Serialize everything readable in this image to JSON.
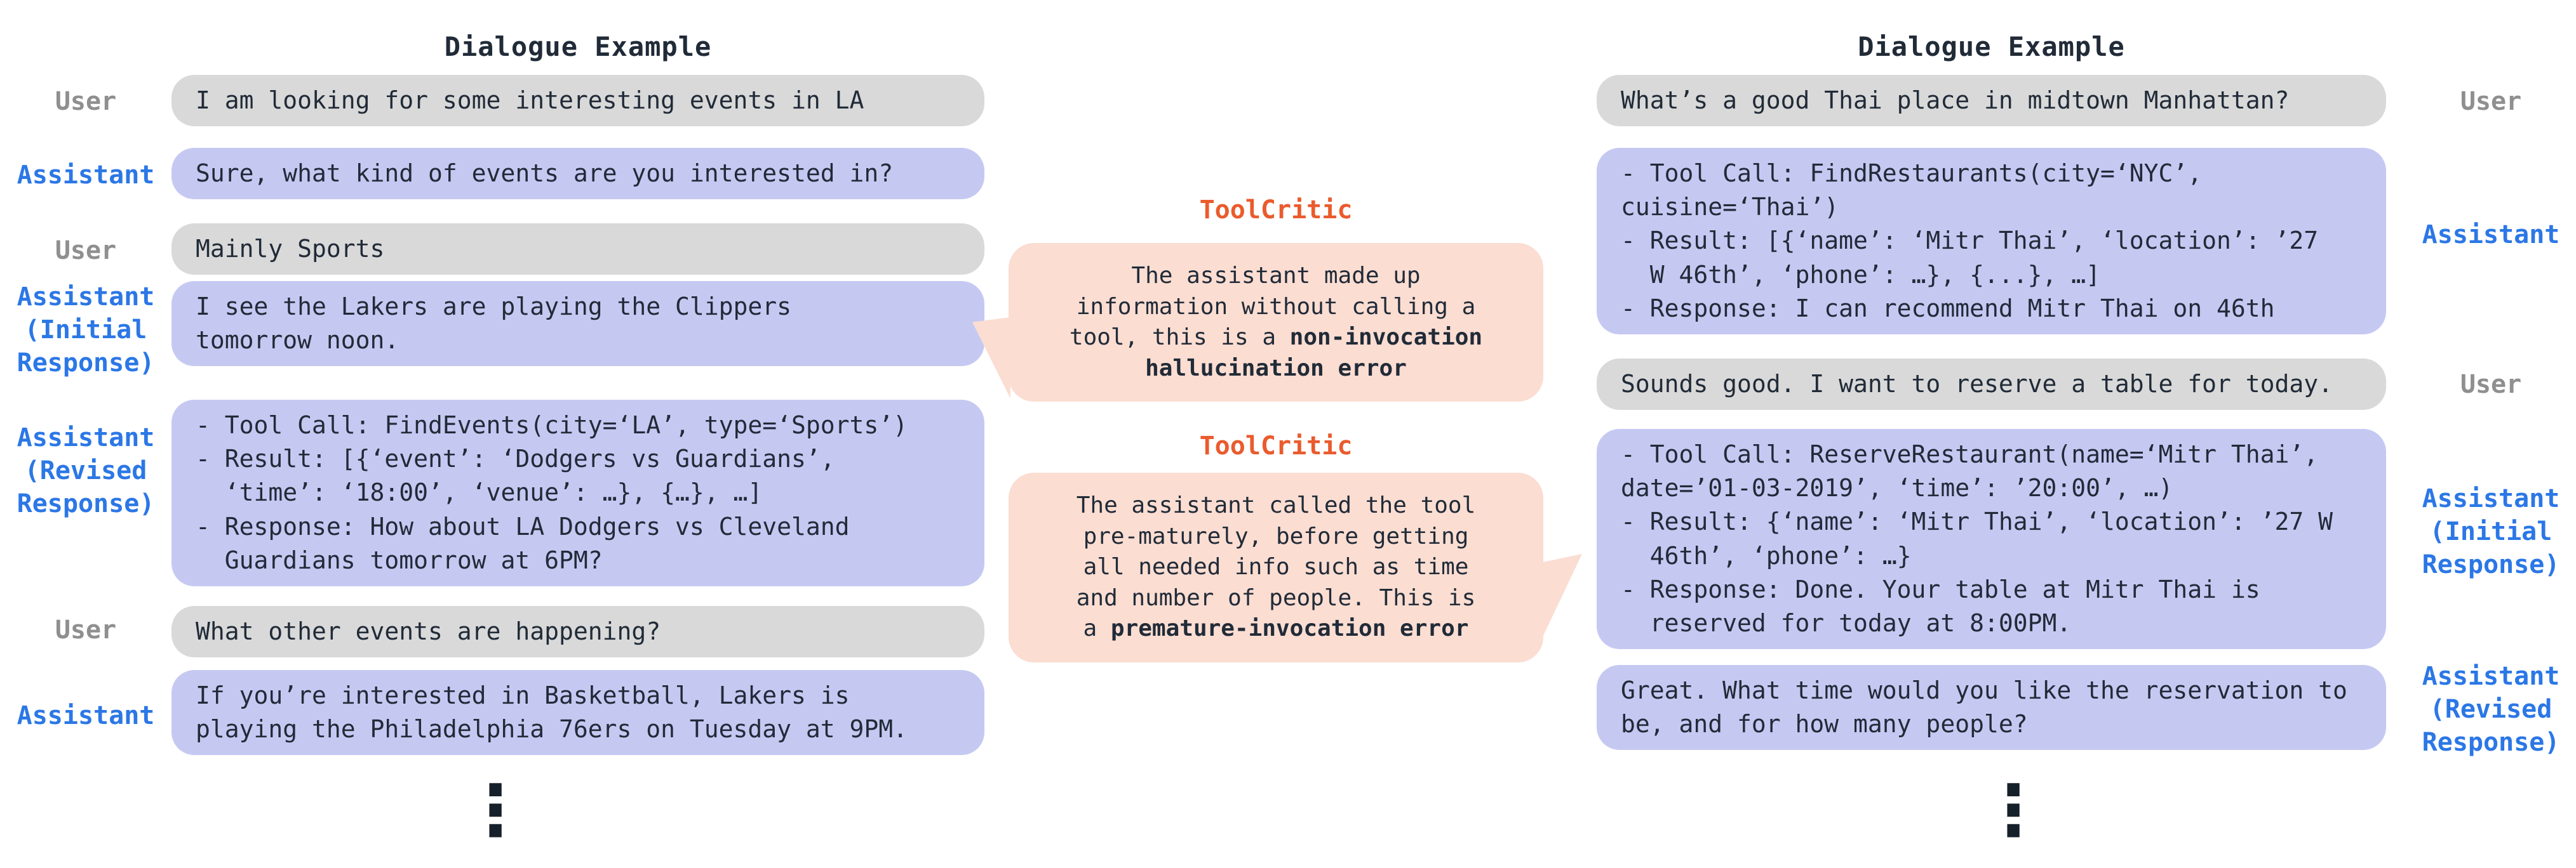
{
  "colors": {
    "background": "#ffffff",
    "text": "#212b38",
    "user_bubble": "#d9d9d9",
    "assistant_bubble": "#c5c9f2",
    "critic_bubble": "#fbddd2",
    "user_label": "#8f8f8f",
    "assistant_label": "#2b77e6",
    "critic_title": "#ea5b2d",
    "ellipsis": "#15202b"
  },
  "left_panel": {
    "title": "Dialogue Example",
    "ellipsis": "⋮",
    "messages": [
      {
        "role": "User",
        "text": "I am looking for some interesting events in LA"
      },
      {
        "role": "Assistant",
        "text": "Sure, what kind of events are you interested in?"
      },
      {
        "role": "User",
        "text": "Mainly Sports"
      },
      {
        "role": "Assistant\n(Initial\nResponse)",
        "text": "I see the Lakers are playing the Clippers\ntomorrow noon."
      },
      {
        "role": "Assistant\n(Revised\nResponse)",
        "text": "- Tool Call: FindEvents(city=‘LA’, type=‘Sports’)\n- Result: [{‘event’: ‘Dodgers vs Guardians’,\n  ‘time’: ‘18:00’, ‘venue’: …}, {…}, …]\n- Response: How about LA Dodgers vs Cleveland\n  Guardians tomorrow at 6PM?"
      },
      {
        "role": "User",
        "text": "What other events are happening?"
      },
      {
        "role": "Assistant",
        "text": "If you’re interested in Basketball, Lakers is\nplaying the Philadelphia 76ers on Tuesday at 9PM."
      }
    ]
  },
  "critics": [
    {
      "title": "ToolCritic",
      "segments": [
        {
          "text": "The assistant made up\ninformation without calling a\ntool, this is a ",
          "bold": false
        },
        {
          "text": "non-invocation\nhallucination error",
          "bold": true
        }
      ]
    },
    {
      "title": "ToolCritic",
      "segments": [
        {
          "text": "The assistant called the tool\npre-maturely, before getting\nall needed info such as time\nand number of people. This is\na ",
          "bold": false
        },
        {
          "text": "premature-invocation error",
          "bold": true
        }
      ]
    }
  ],
  "right_panel": {
    "title": "Dialogue Example",
    "ellipsis": "⋮",
    "messages": [
      {
        "role": "User",
        "text": "What’s a good Thai place in midtown Manhattan?"
      },
      {
        "role": "Assistant",
        "text": "- Tool Call: FindRestaurants(city=‘NYC’,\ncuisine=‘Thai’)\n- Result: [{‘name’: ‘Mitr Thai’, ‘location’: ’27\n  W 46th’, ‘phone’: …}, {...}, …]\n- Response: I can recommend Mitr Thai on 46th"
      },
      {
        "role": "User",
        "text": "Sounds good. I want to reserve a table for today."
      },
      {
        "role": "Assistant\n(Initial\nResponse)",
        "text": "- Tool Call: ReserveRestaurant(name=‘Mitr Thai’,\ndate=’01-03-2019’, ‘time’: ’20:00’, …)\n- Result: {‘name’: ‘Mitr Thai’, ‘location’: ’27 W\n  46th’, ‘phone’: …}\n- Response: Done. Your table at Mitr Thai is\n  reserved for today at 8:00PM."
      },
      {
        "role": "Assistant\n(Revised\nResponse)",
        "text": "Great. What time would you like the reservation to\nbe, and for how many people?"
      }
    ]
  }
}
